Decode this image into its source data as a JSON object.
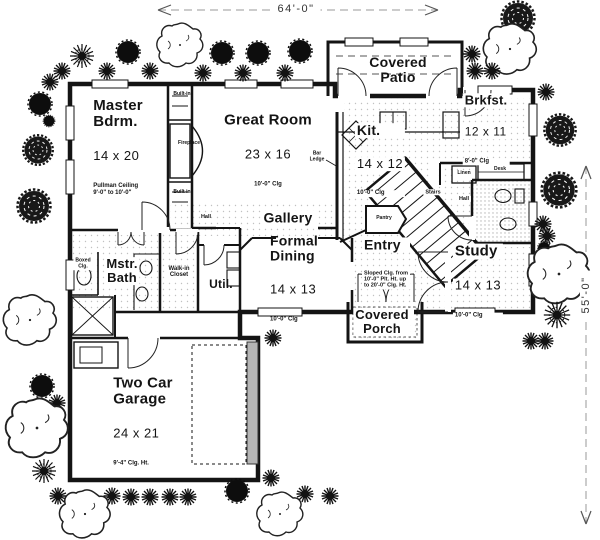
{
  "dimensions": {
    "width": "64'-0\"",
    "height": "55'-0\""
  },
  "rooms": {
    "master_bdrm": {
      "name": "Master\nBdrm.",
      "size": "14 x 20",
      "note": "Pullman Ceiling\n9'-0\" to 10'-0\""
    },
    "great_room": {
      "name": "Great Room",
      "size": "23 x 16",
      "note": "10'-0\" Clg"
    },
    "covered_patio": {
      "name": "Covered\nPatio"
    },
    "brkfst": {
      "name": "Brkfst.",
      "size": "12 x 11",
      "note": "8'-0\" Clg"
    },
    "kitchen": {
      "name": "Kit.",
      "size": "14 x 12",
      "note": "10'-0\" Clg"
    },
    "gallery": {
      "name": "Gallery"
    },
    "formal_dining": {
      "name": "Formal\nDining",
      "size": "14 x 13",
      "note": "10'-0\" Clg"
    },
    "entry": {
      "name": "Entry",
      "note": "Sloped Clg. from\n10'-0\" Plt. Ht. up\nto 20'-0\" Clg. Ht."
    },
    "study": {
      "name": "Study",
      "size": "14 x 13",
      "note": "10'-0\" Clg"
    },
    "covered_porch": {
      "name": "Covered\nPorch"
    },
    "mstr_bath": {
      "name": "Mstr.\nBath"
    },
    "walk_in_closet": {
      "name": "Walk-in\nCloset"
    },
    "utility": {
      "name": "Util."
    },
    "garage": {
      "name": "Two Car\nGarage",
      "size": "24 x 21",
      "note": "9'-4\" Clg. Ht."
    },
    "stairs": {
      "name": "Stairs"
    }
  },
  "features": {
    "fireplace": "Fireplace",
    "built_in_upper": "Built-in",
    "built_in_lower": "Built-in",
    "bar_ledge": "Bar\nLedge",
    "hall_west": "Hall",
    "hall_east": "Hall",
    "linen": "Linen",
    "desk": "Desk",
    "pantry": "Pantry",
    "boxed_clg": "Boxed\nClg."
  },
  "icons": {
    "tree_solid": "filled circle tree",
    "tree_outline": "lumpy outlined tree",
    "tree_scribble": "dark scribbled tree",
    "bush_star": "asterisk bush",
    "bush_radial": "radial spoke bush",
    "dimension_arrow": "arrowhead"
  },
  "colors": {
    "ink": "#141414",
    "paper": "#ffffff",
    "dimension_line": "#9a9a9a",
    "garage_door": "#b5b5b5",
    "floor_dots": "#8f8f8f"
  }
}
